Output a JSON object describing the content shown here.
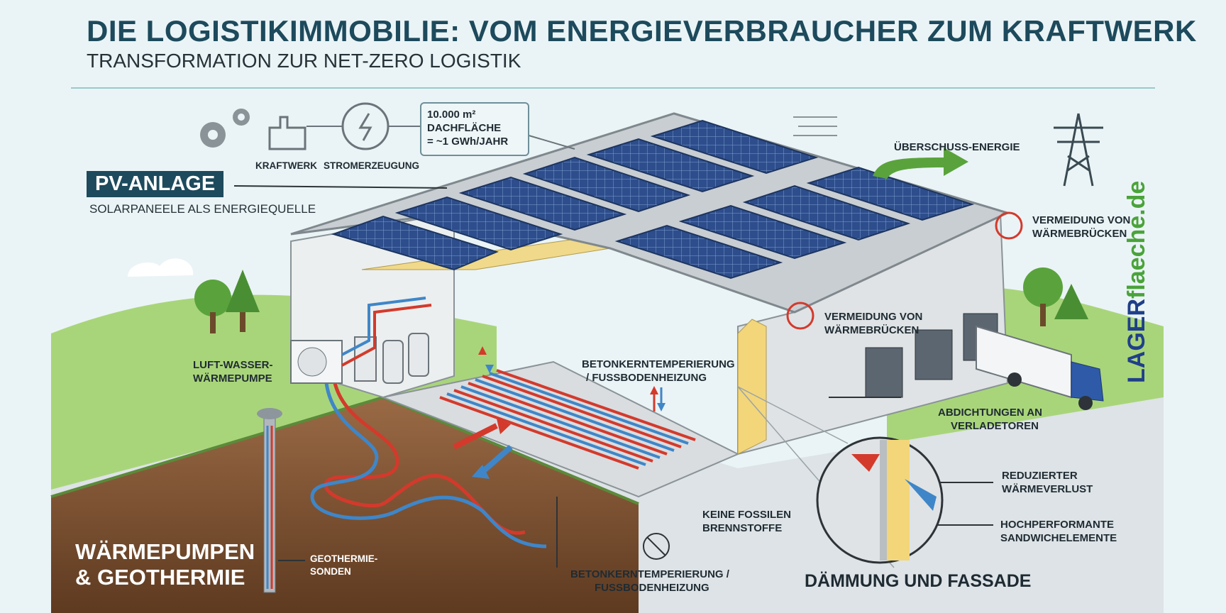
{
  "header": {
    "title": "DIE LOGISTIKIMMOBILIE: VOM ENERGIEVERBRAUCHER ZUM KRAFTWERK",
    "subtitle": "TRANSFORMATION ZUR NET-ZERO LOGISTIK"
  },
  "top_icons": {
    "kraftwerk": "KRAFTWERK",
    "stromerzeugung": "STROMERZEUGUNG",
    "info_line1": "10.000 m²",
    "info_line2": "DACHFLÄCHE",
    "info_line3": "= ~1 GWh/JAHR"
  },
  "pv": {
    "label": "PV-ANLAGE",
    "sub": "SOLARPANEELE ALS ENERGIEQUELLE"
  },
  "labels": {
    "ueberschuss": "ÜBERSCHUSS-ENERGIE",
    "waermebruecken_right_1": "VERMEIDUNG VON",
    "waermebruecken_right_2": "WÄRMEBRÜCKEN",
    "waermebruecken_mid_1": "VERMEIDUNG VON",
    "waermebruecken_mid_2": "WÄRMEBRÜCKEN",
    "luft_1": "LUFT-WASSER-",
    "luft_2": "WÄRMEPUMPE",
    "beton_top_1": "BETONKERNTEMPERIERUNG",
    "beton_top_2": "/ FUSSBODENHEIZUNG",
    "abdichtungen_1": "ABDICHTUNGEN AN",
    "abdichtungen_2": "VERLADETOREN",
    "reduziert_1": "REDUZIERTER",
    "reduziert_2": "WÄRMEVERLUST",
    "hochperf_1": "HOCHPERFORMANTE",
    "hochperf_2": "SANDWICHELEMENTE",
    "keine_1": "KEINE FOSSILEN",
    "keine_2": "BRENNSTOFFE",
    "beton_bottom_1": "BETONKERNTEMPERIERUNG /",
    "beton_bottom_2": "FUSSBODENHEIZUNG",
    "geo_1": "GEOTHERMIE-",
    "geo_2": "SONDEN",
    "waermepumpen_1": "WÄRMEPUMPEN",
    "waermepumpen_2": "& GEOTHERMIE",
    "daemmung": "DÄMMUNG UND FASSADE"
  },
  "logo": {
    "part1": "LAGER",
    "part2": "flaeche.de"
  },
  "colors": {
    "title": "#1d4a5c",
    "roof": "#c9ced3",
    "panel": "#2f4f8f",
    "warm_pipe": "#d33a2c",
    "cold_pipe": "#3f86c8",
    "grass": "#9ccf6b",
    "soil": "#7a4a2a",
    "insulation": "#f3d67a",
    "arrow_green": "#5aa33c",
    "logo_blue": "#1f3f8a",
    "logo_green": "#4aa33a"
  }
}
